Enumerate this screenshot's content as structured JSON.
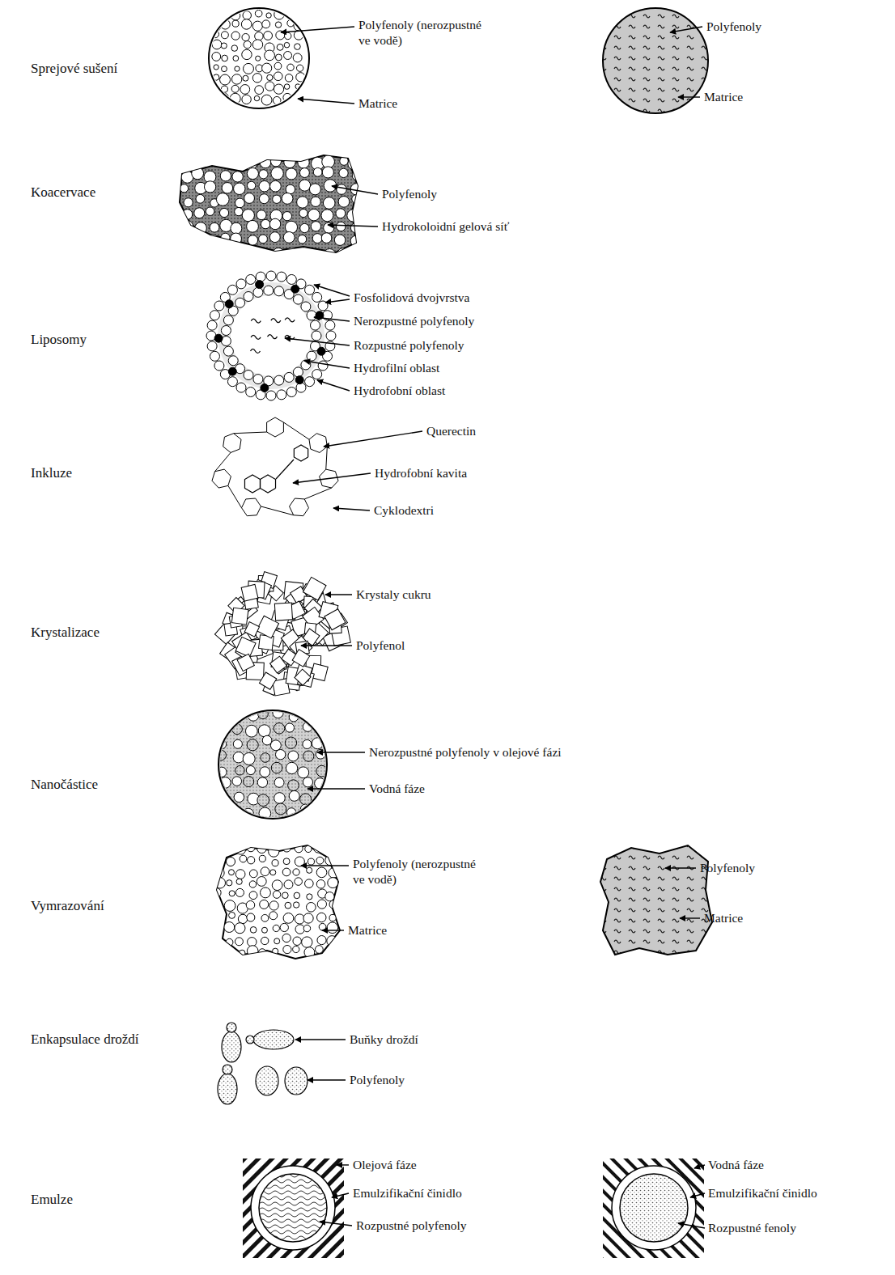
{
  "diagram": {
    "labels": [
      "Sprejové sušení",
      "Polyfenoly (nerozpustné ve vodě)",
      "Matrice",
      "Polyfenoly",
      "Matrice",
      "Koacervace",
      "Polyfenoly",
      "Hydrokoloidní gelová síť",
      "Liposomy",
      "Fosfolidová dvojvrstva",
      "Nerozpustné polyfenoly",
      "Rozpustné polyfenoly",
      "Hydrofilní oblast",
      "Hydrofobní oblast",
      "Inkluze",
      "Querectin",
      "Hydrofobní kavita",
      "Cyklodextri",
      "Krystalizace",
      "Krystaly cukru",
      "Polyfenol",
      "Nanočástice",
      "Nerozpustné polyfenoly v olejové fázi",
      "Vodná fáze",
      "Vymrazování",
      "Polyfenoly (nerozpustné ve vodě)",
      "Matrice",
      "Polyfenoly",
      "Matrice",
      "Enkapsulace droždí",
      "Buňky droždí",
      "Polyfenoly",
      "Emulze",
      "Olejová fáze",
      "Emulzifikační činidlo",
      "Rozpustné polyfenoly",
      "Vodná fáze",
      "Emulzifikační činidlo",
      "Rozpustné fenoly"
    ]
  }
}
